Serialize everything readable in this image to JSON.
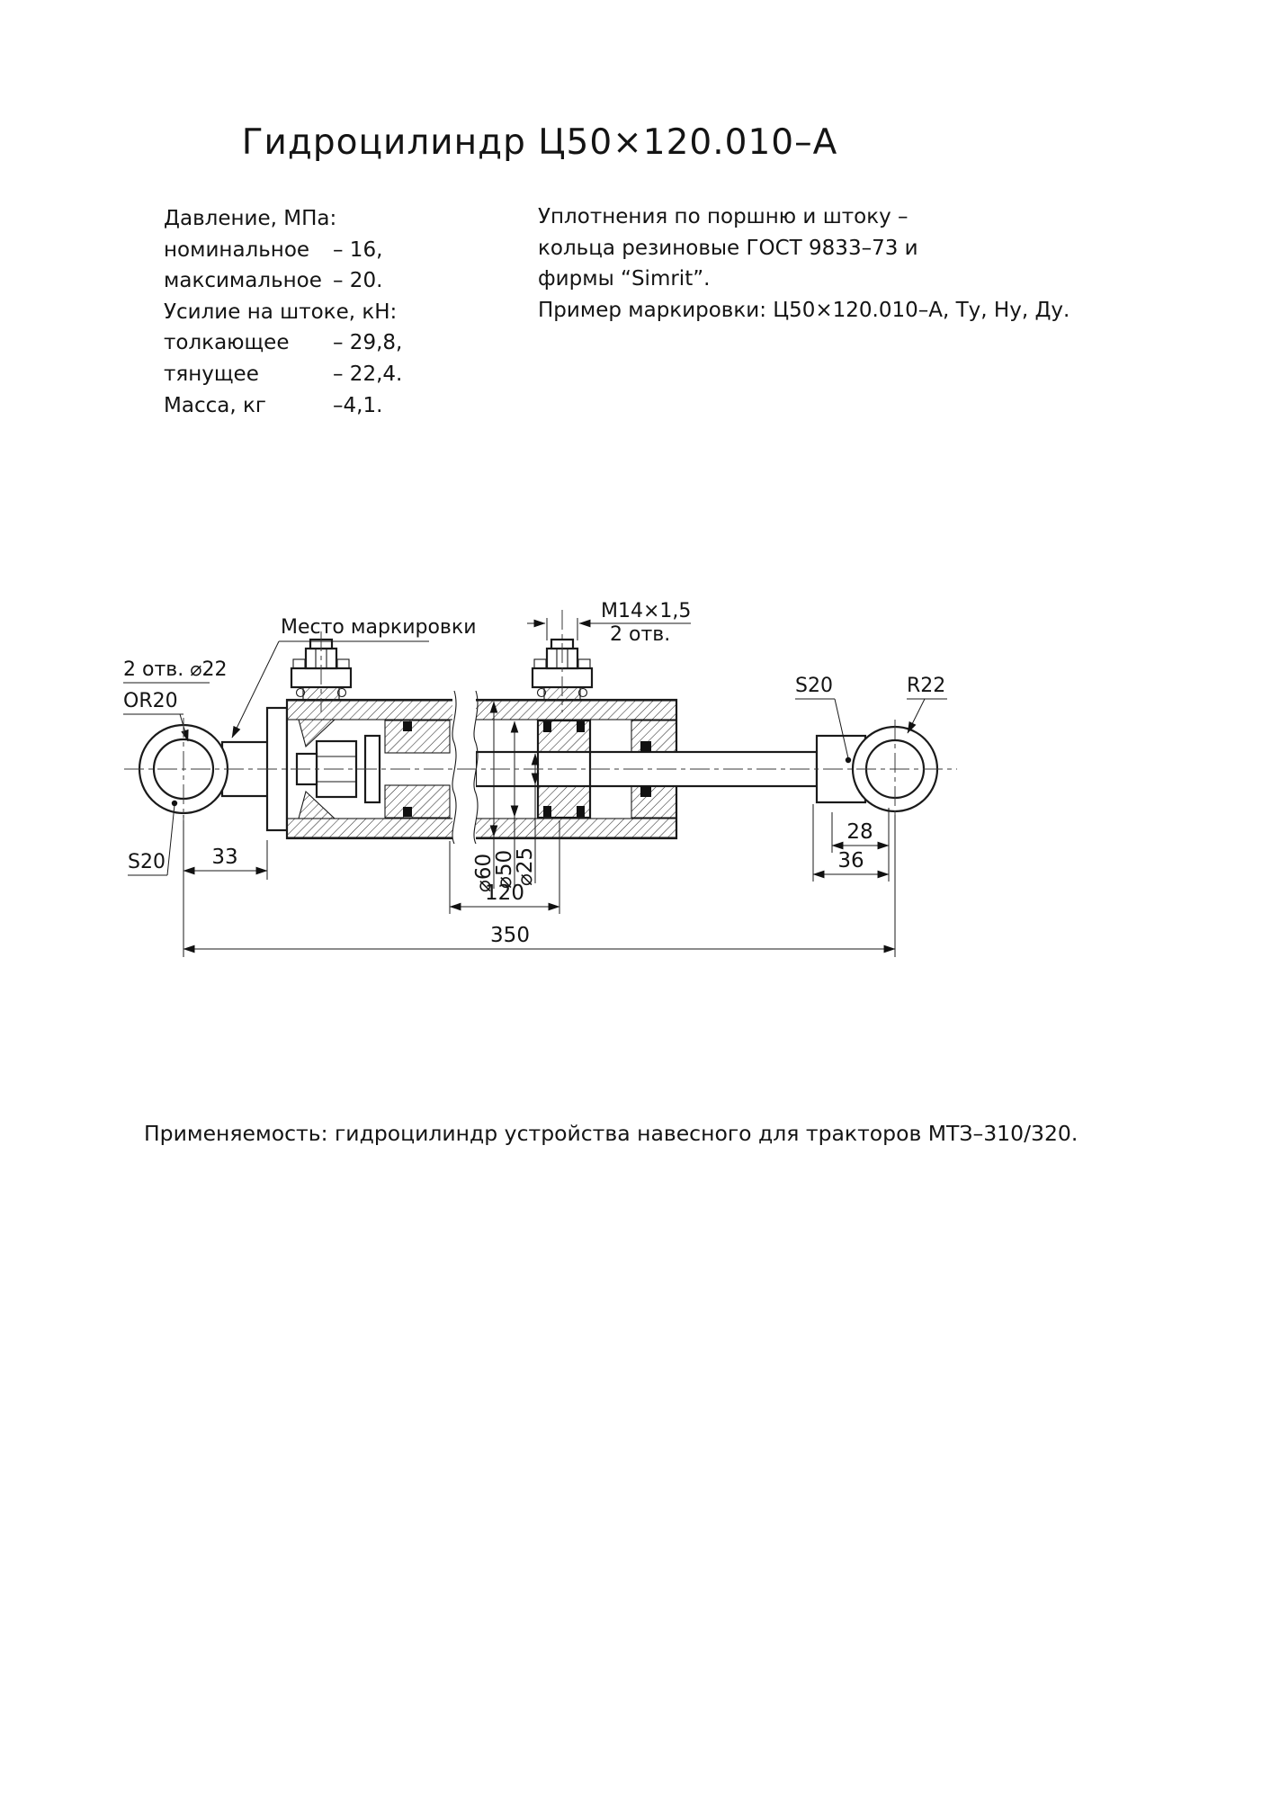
{
  "title": "Гидроцилиндр Ц50×120.010–А",
  "specs": {
    "rows": [
      {
        "label": "Давление, МПа:",
        "value": ""
      },
      {
        "label": "номинальное",
        "value": "– 16,"
      },
      {
        "label": "максимальное",
        "value": "– 20."
      },
      {
        "label": "Усилие на штоке, кН:",
        "value": ""
      },
      {
        "label": "толкающее",
        "value": "– 29,8,"
      },
      {
        "label": "тянущее",
        "value": "– 22,4."
      },
      {
        "label": "Масса, кг",
        "value": "–4,1."
      }
    ]
  },
  "note": {
    "lines": [
      "Уплотнения по поршню и штоку –",
      "кольца резиновые ГОСТ 9833–73 и",
      "фирмы “Simrit”.",
      "Пример маркировки: Ц50×120.010–А, Ту, Ну, Ду."
    ]
  },
  "drawing": {
    "marking_place": "Место маркировки",
    "thread": "М14×1,5",
    "thread_qty": "2 отв.",
    "holes": "2 отв. ⌀22",
    "oring": "OR20",
    "s20_left": "S20",
    "s20_right": "S20",
    "r22": "R22",
    "dims": {
      "a33": "33",
      "a120": "120",
      "a350": "350",
      "a28": "28",
      "a36": "36",
      "d60": "⌀60",
      "d50": "⌀50",
      "d25": "⌀25"
    }
  },
  "footer": "Применяемость: гидроцилиндр устройства навесного для тракторов МТЗ–310/320."
}
